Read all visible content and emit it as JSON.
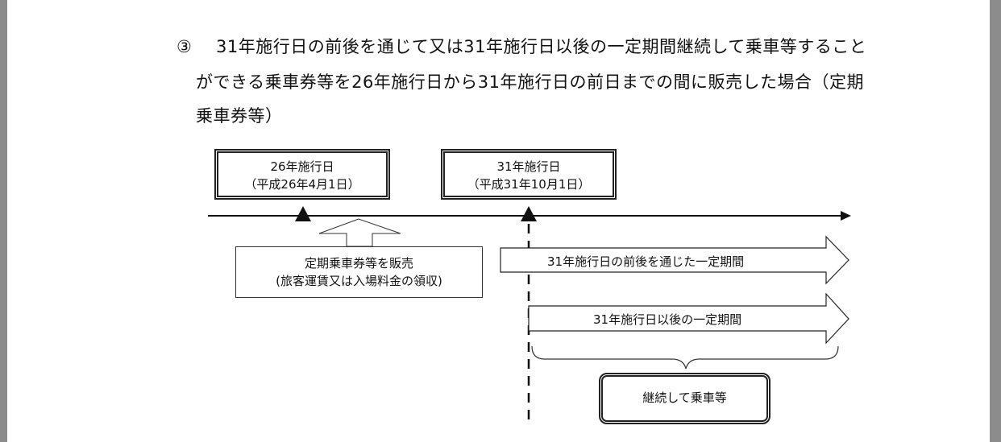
{
  "heading": {
    "marker": "③",
    "line1": "31年施行日の前後を通じて又は31年施行日以後の一定期間継続して乗車等すること",
    "line2": "ができる乗車券等を26年施行日から31年施行日の前日までの間に販売した場合（定期",
    "line3": "乗車券等）"
  },
  "diagram": {
    "date26": {
      "title": "26年施行日",
      "date": "（平成26年4月1日）"
    },
    "date31": {
      "title": "31年施行日",
      "date": "（平成31年10月1日）"
    },
    "sale": {
      "line1": "定期乗車券等を販売",
      "line2": "(旅客運賃又は入場料金の領収)"
    },
    "arrow_through": "31年施行日の前後を通じた一定期間",
    "arrow_after": "31年施行日以後の一定期間",
    "continuous": "継続して乗車等"
  }
}
